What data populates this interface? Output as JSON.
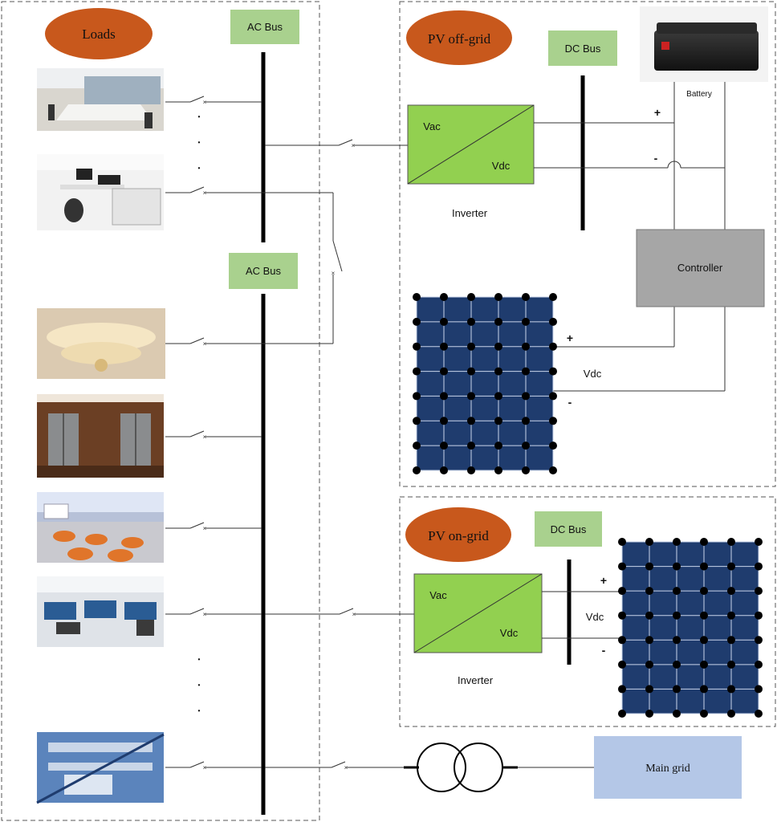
{
  "loads": {
    "title": "Loads",
    "ac_bus_upper": "AC Bus",
    "ac_bus_lower": "AC Bus",
    "load_images": [
      "conference-room-photo",
      "office-workstation-photo",
      "chandelier-lighting-photo",
      "elevator-photo",
      "classroom-photo",
      "laboratory-photo",
      "hvac-ducts-photo"
    ],
    "ellipsis": "·"
  },
  "pv_offgrid": {
    "title": "PV off-grid",
    "dc_bus": "DC Bus",
    "inverter_ac": "Vac",
    "inverter_dc": "Vdc",
    "inverter_label": "Inverter",
    "battery_label": "Battery",
    "controller_label": "Controller",
    "plus": "+",
    "minus": "-",
    "pv_voltage": "Vdc"
  },
  "pv_ongrid": {
    "title": "PV on-grid",
    "dc_bus": "DC Bus",
    "inverter_ac": "Vac",
    "inverter_dc": "Vdc",
    "inverter_label": "Inverter",
    "plus": "+",
    "minus": "-",
    "pv_voltage": "Vdc"
  },
  "grid": {
    "main_grid_label": "Main grid"
  },
  "colors": {
    "title_ellipse": "#c8581c",
    "bus_box": "#a9d18e",
    "inverter": "#92d050",
    "controller": "#a6a6a6",
    "main_grid": "#b4c7e7",
    "pv_panel": "#1f3c6e"
  }
}
